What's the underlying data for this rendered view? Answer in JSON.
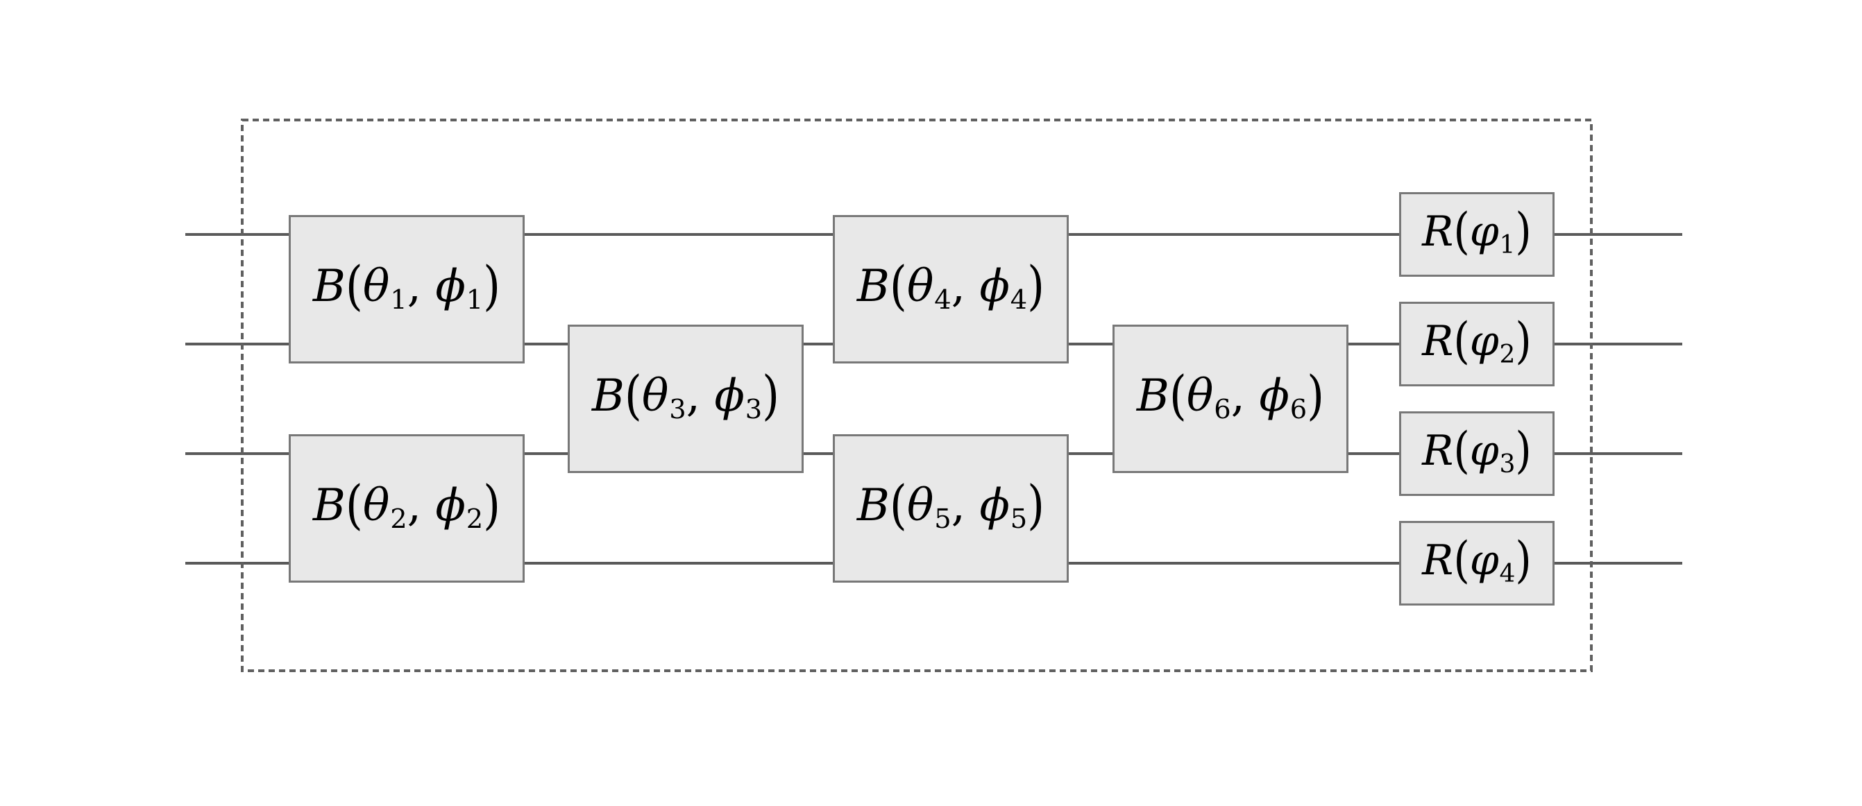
{
  "punct": {
    "open": "(",
    "comma": ", ",
    "close": ")"
  },
  "gates": {
    "b": [
      {
        "name": "B",
        "arg1": "θ",
        "sub1": "1",
        "arg2": "ϕ",
        "sub2": "1"
      },
      {
        "name": "B",
        "arg1": "θ",
        "sub1": "2",
        "arg2": "ϕ",
        "sub2": "2"
      },
      {
        "name": "B",
        "arg1": "θ",
        "sub1": "3",
        "arg2": "ϕ",
        "sub2": "3"
      },
      {
        "name": "B",
        "arg1": "θ",
        "sub1": "4",
        "arg2": "ϕ",
        "sub2": "4"
      },
      {
        "name": "B",
        "arg1": "θ",
        "sub1": "5",
        "arg2": "ϕ",
        "sub2": "5"
      },
      {
        "name": "B",
        "arg1": "θ",
        "sub1": "6",
        "arg2": "ϕ",
        "sub2": "6"
      }
    ],
    "r": [
      {
        "name": "R",
        "arg1": "φ",
        "sub1": "1"
      },
      {
        "name": "R",
        "arg1": "φ",
        "sub1": "2"
      },
      {
        "name": "R",
        "arg1": "φ",
        "sub1": "3"
      },
      {
        "name": "R",
        "arg1": "φ",
        "sub1": "4"
      }
    ]
  },
  "colors": {
    "background": "#ffffff",
    "gate_fill": "#e8e8e8",
    "gate_border": "#787878",
    "wire": "#5a5a5a",
    "dashed_border": "#606060"
  }
}
